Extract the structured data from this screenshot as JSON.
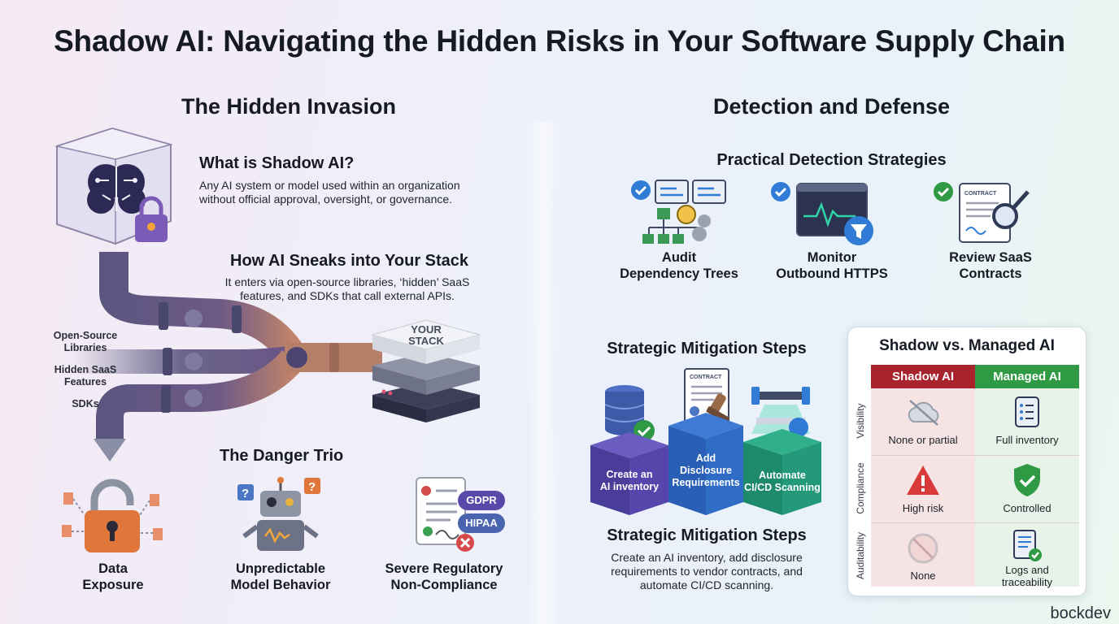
{
  "title": "Shadow AI: Navigating the Hidden Risks in Your Software Supply Chain",
  "left": {
    "heading": "The Hidden Invasion",
    "what": {
      "heading": "What is Shadow AI?",
      "text_line1": "Any AI system or model used within an organization",
      "text_line2": "without official approval, oversight, or governance."
    },
    "how": {
      "heading": "How AI Sneaks into Your Stack",
      "text_line1": "It enters via open-source libraries, ‘hidden’ SaaS",
      "text_line2": "features, and SDKs that call external APIs."
    },
    "sources": {
      "open_source_1": "Open-Source",
      "open_source_2": "Libraries",
      "saas_1": "Hidden SaaS",
      "saas_2": "Features",
      "sdks": "SDKs"
    },
    "stack_label_1": "YOUR",
    "stack_label_2": "STACK",
    "danger": {
      "heading": "The Danger Trio",
      "items": [
        {
          "line1": "Data",
          "line2": "Exposure"
        },
        {
          "line1": "Unpredictable",
          "line2": "Model Behavior"
        },
        {
          "line1": "Severe Regulatory",
          "line2": "Non-Compliance"
        }
      ],
      "badges": {
        "gdpr": "GDPR",
        "hipaa": "HIPAA"
      }
    }
  },
  "right": {
    "heading": "Detection and Defense",
    "detection": {
      "heading": "Practical Detection Strategies",
      "items": [
        {
          "line1": "Audit",
          "line2": "Dependency Trees"
        },
        {
          "line1": "Monitor",
          "line2": "Outbound HTTPS"
        },
        {
          "line1": "Review SaaS",
          "line2": "Contracts"
        }
      ],
      "contract_word": "CONTRACT"
    },
    "mitigation": {
      "heading_top": "Strategic Mitigation Steps",
      "blocks": [
        {
          "line1": "Create an",
          "line2": "AI inventory",
          "line3": ""
        },
        {
          "line1": "Add",
          "line2": "Disclosure",
          "line3": "Requirements"
        },
        {
          "line1": "Automate",
          "line2": "CI/CD Scanning",
          "line3": ""
        }
      ],
      "contract_word": "CONTRACT",
      "heading_bottom": "Strategic Mitigation Steps",
      "text_line1": "Create an AI inventory, add disclosure",
      "text_line2": "requirements to vendor contracts, and",
      "text_line3": "automate CI/CD scanning."
    },
    "comparison": {
      "title": "Shadow vs. Managed AI",
      "shadow_header": "Shadow AI",
      "managed_header": "Managed AI",
      "rows": [
        {
          "label": "Visibility",
          "shadow": "None or partial",
          "managed": "Full inventory"
        },
        {
          "label": "Compliance",
          "shadow": "High risk",
          "managed": "Controlled"
        },
        {
          "label": "Auditability",
          "shadow": "None",
          "managed_line1": "Logs and",
          "managed_line2": "traceability"
        }
      ],
      "colors": {
        "shadow": "#a8232b",
        "managed": "#2f9a43"
      }
    }
  },
  "watermark": "bockdev",
  "colors": {
    "accent_blue": "#2f7bd6",
    "purple": "#5a48a8",
    "teal": "#1f8f7a",
    "danger_orange": "#e0763a"
  }
}
